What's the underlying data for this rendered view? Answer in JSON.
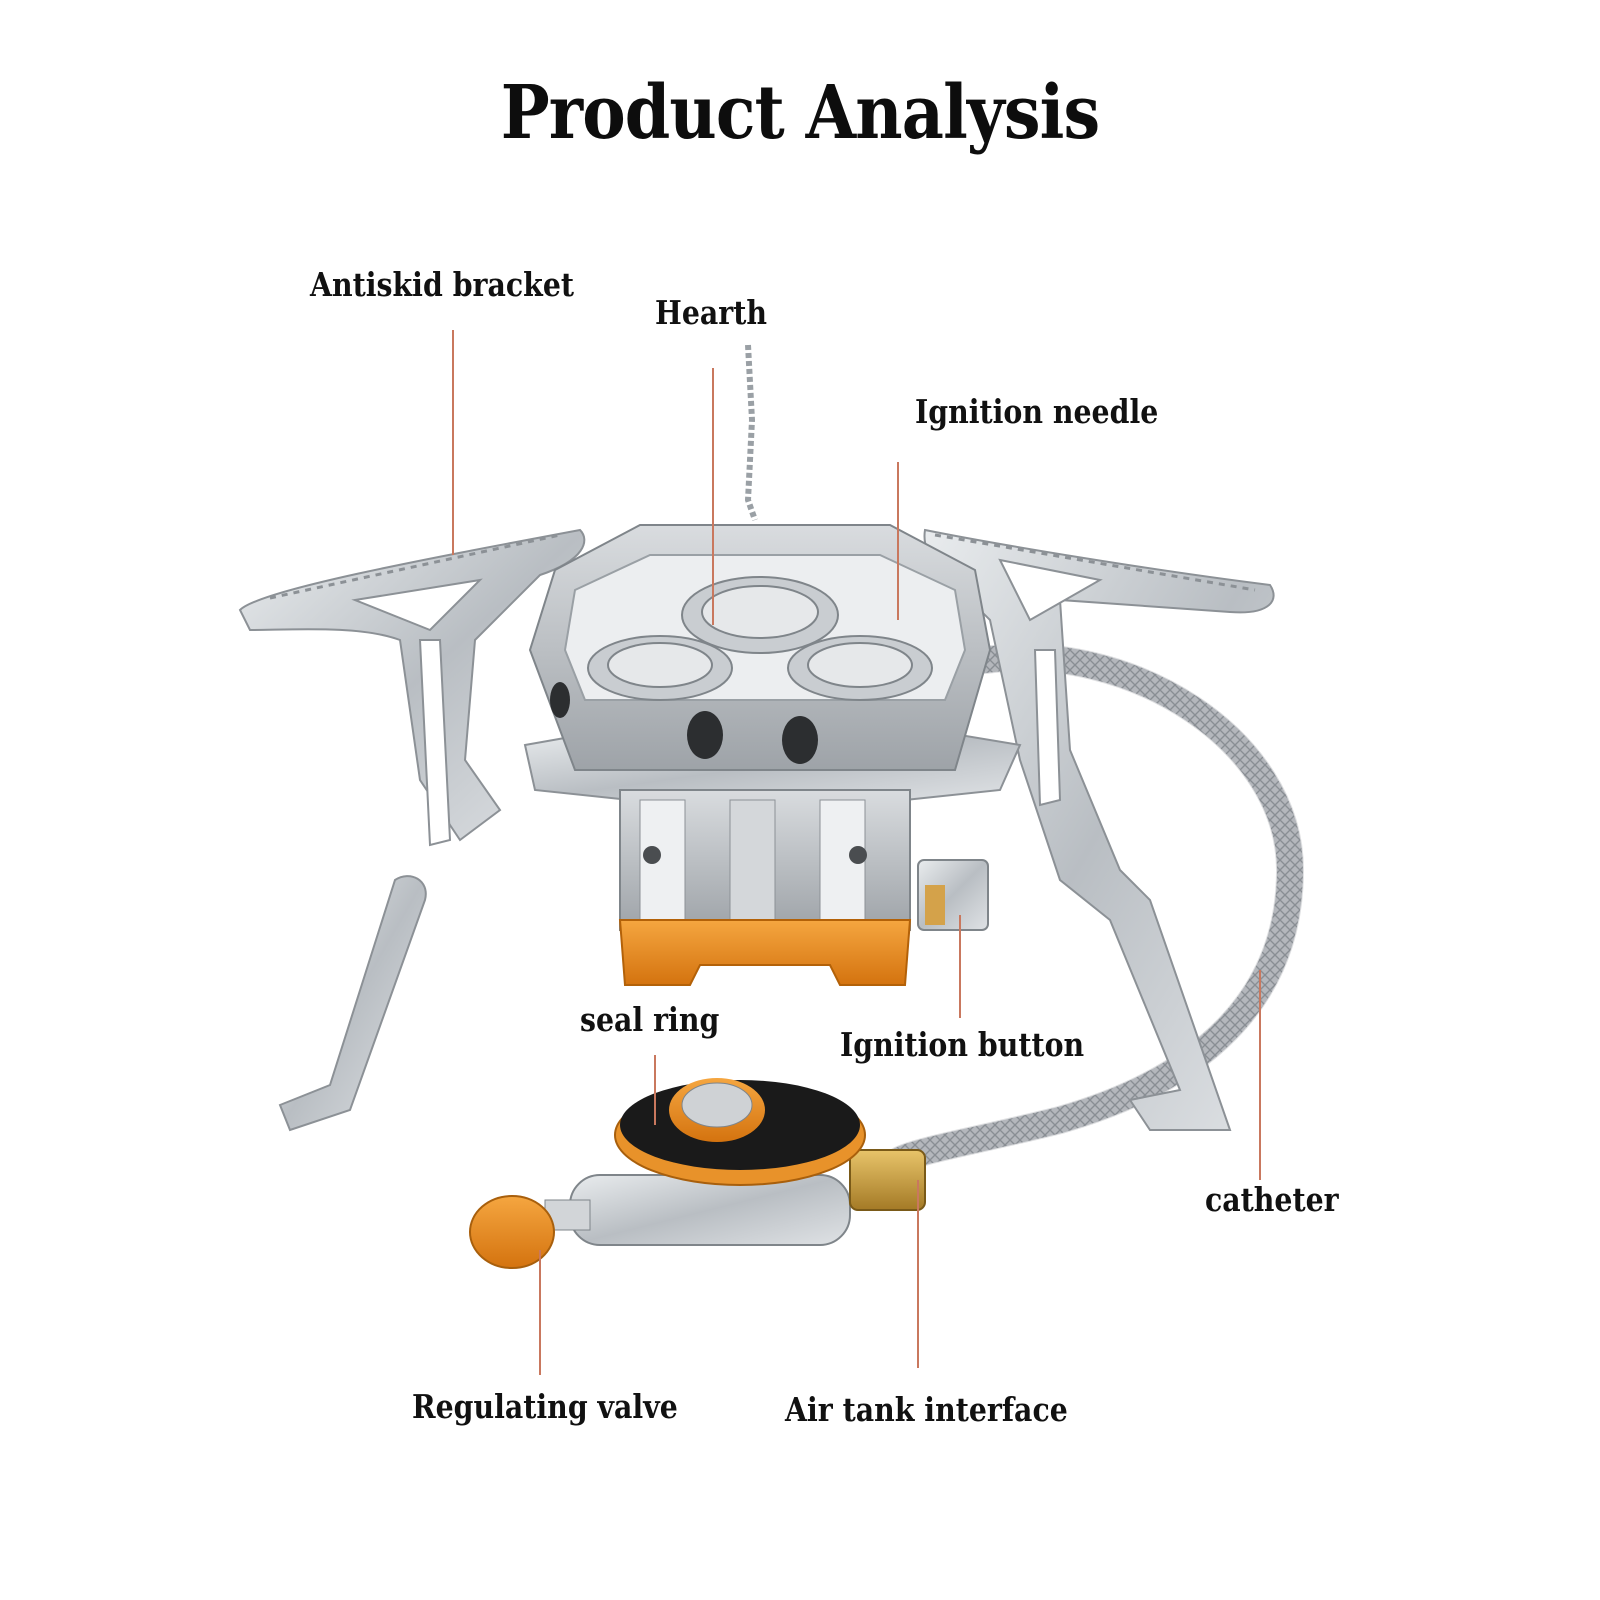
{
  "title": "Product Analysis",
  "colors": {
    "leader_line": "#c9785e",
    "steel": "#c4c8cc",
    "steel_dark": "#8c9196",
    "orange": "#e88a1e",
    "seal_black": "#1a1a1a"
  },
  "labels": {
    "antiskid_bracket": "Antiskid bracket",
    "hearth": "Hearth",
    "ignition_needle": "Ignition needle",
    "seal_ring": "seal ring",
    "ignition_button": "Ignition button",
    "catheter": "catheter",
    "regulating_valve": "Regulating valve",
    "air_tank_interface": "Air tank interface"
  }
}
